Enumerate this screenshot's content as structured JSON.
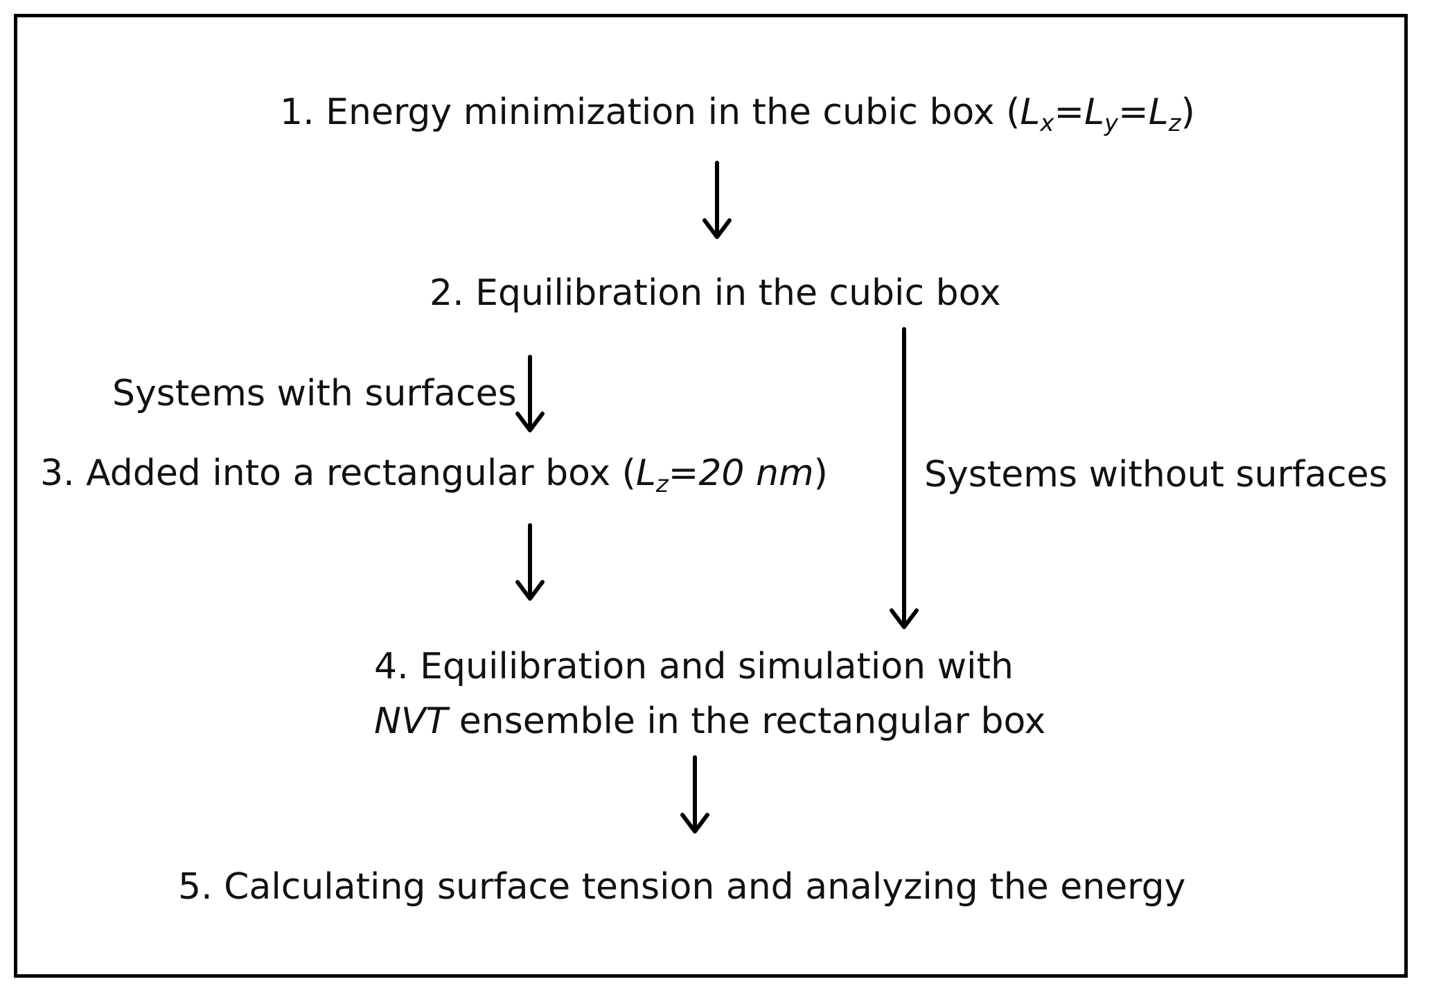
{
  "steps": {
    "step1": {
      "text": "1. Energy minimization in the cubic box (",
      "L": "L",
      "sub_x": "x",
      "eq1": "=",
      "sub_y": "y",
      "eq2": "=",
      "sub_z": "z",
      "close": ")"
    },
    "step2": {
      "text": "2. Equilibration in the cubic box"
    },
    "step3": {
      "text": "3. Added into a rectangular box (",
      "L": "L",
      "sub_z": "z",
      "value": "=20",
      "unit": "nm",
      "close": ")"
    },
    "step4": {
      "line1": "4. Equilibration and simulation with",
      "ensemble": "NVT",
      "line2_rest": " ensemble in the rectangular box"
    },
    "step5": {
      "text": "5. Calculating surface tension and analyzing the energy"
    }
  },
  "branches": {
    "with_surfaces": "Systems with surfaces",
    "without_surfaces": "Systems without surfaces"
  }
}
